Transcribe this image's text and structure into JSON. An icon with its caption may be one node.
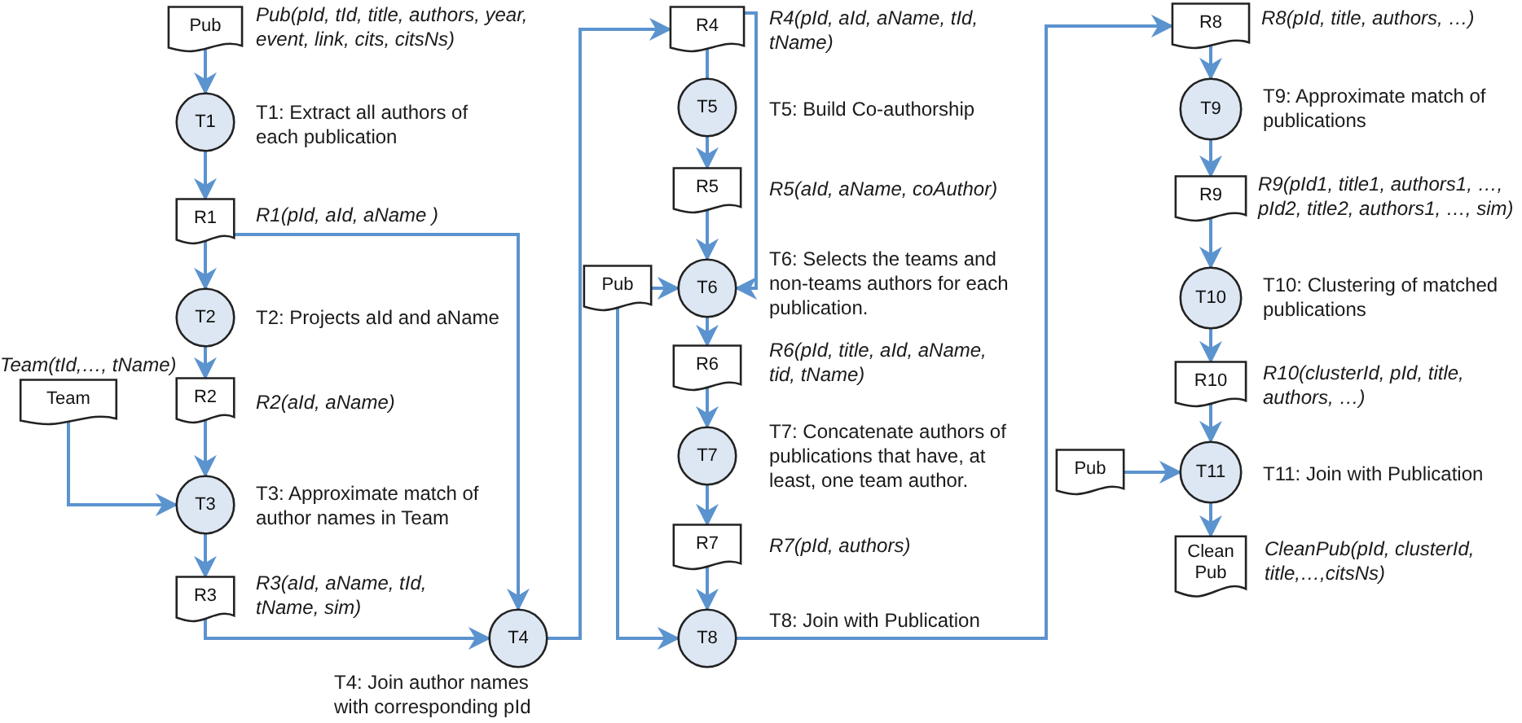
{
  "diagram": {
    "nodes": [
      {
        "text": [
          "Pub"
        ],
        "beside": [
          "Pub(pId, tId, title, authors, year, event, link, cits, citsNs)"
        ]
      },
      {
        "text": [
          "T1"
        ],
        "beside": [
          "T1: Extract all authors of each publication"
        ]
      },
      {
        "text": [
          "R1"
        ],
        "beside": [
          "R1(pId, aId, aName )"
        ]
      },
      {
        "text": [
          "T2"
        ],
        "beside": [
          "T2: Projects aId and aName"
        ]
      },
      {
        "text": [
          "Team"
        ],
        "beside": [
          "Team(tId,…, tName)"
        ]
      },
      {
        "text": [
          "R2"
        ],
        "beside": [
          "R2(aId, aName)"
        ]
      },
      {
        "text": [
          "T3"
        ],
        "beside": [
          "T3: Approximate match of author names in Team"
        ]
      },
      {
        "text": [
          "R3"
        ],
        "beside": [
          "R3(aId, aName, tId, tName, sim)"
        ]
      },
      {
        "text": [
          "T4"
        ],
        "beside": [
          "T4: Join author names with corresponding pId"
        ]
      },
      {
        "text": [
          "R4"
        ],
        "beside": [
          "R4(pId, aId, aName, tId, tName)"
        ]
      },
      {
        "text": [
          "T5"
        ],
        "beside": [
          "T5: Build Co-authorship"
        ]
      },
      {
        "text": [
          "R5"
        ],
        "beside": [
          "R5(aId, aName, coAuthor)"
        ]
      },
      {
        "text": [
          "Pub"
        ]
      },
      {
        "text": [
          "T6"
        ],
        "beside": [
          "T6: Selects the teams and non-teams authors for each publication."
        ]
      },
      {
        "text": [
          "R6"
        ],
        "beside": [
          "R6(pId, title, aId, aName, tid, tName)"
        ]
      },
      {
        "text": [
          "T7"
        ],
        "beside": [
          "T7: Concatenate authors of publications that have, at least, one team author."
        ]
      },
      {
        "text": [
          "R7"
        ],
        "beside": [
          "R7(pId, authors)"
        ]
      },
      {
        "text": [
          "T8"
        ],
        "beside": [
          "T8: Join with Publication"
        ]
      },
      {
        "text": [
          "R8"
        ],
        "beside": [
          "R8(pId, title, authors, …)"
        ]
      },
      {
        "text": [
          "T9"
        ],
        "beside": [
          "T9: Approximate match of publications"
        ]
      },
      {
        "text": [
          "R9"
        ],
        "beside": [
          "R9(pId1, title1, authors1, …, pId2, title2, authors1, …, sim)"
        ]
      },
      {
        "text": [
          "T10"
        ],
        "beside": [
          "T10: Clustering of matched publications"
        ]
      },
      {
        "text": [
          "R10"
        ],
        "beside": [
          "R10(clusterId, pId, title, authors, …)"
        ]
      },
      {
        "text": [
          "Pub"
        ]
      },
      {
        "text": [
          "T11"
        ],
        "beside": [
          "T11: Join with Publication"
        ]
      },
      {
        "text": [
          "Clean Pub"
        ],
        "beside": [
          "CleanPub(pId, clusterId, title,…,citsNs)"
        ]
      }
    ],
    "edges": [
      {
        "from": 0,
        "to": 1,
        "arrow": "to"
      },
      {
        "from": 1,
        "to": 2,
        "arrow": "to"
      },
      {
        "from": 2,
        "to": 3,
        "arrow": "to"
      },
      {
        "from": 2,
        "to": 8,
        "arrow": "to"
      },
      {
        "from": 3,
        "to": 5,
        "arrow": "to"
      },
      {
        "from": 4,
        "to": 6,
        "arrow": "to"
      },
      {
        "from": 5,
        "to": 6,
        "arrow": "to"
      },
      {
        "from": 6,
        "to": 7,
        "arrow": "to"
      },
      {
        "from": 7,
        "to": 8,
        "arrow": "to"
      },
      {
        "from": 8,
        "to": 9,
        "arrow": "to"
      },
      {
        "from": 9,
        "to": 10,
        "arrow": "none"
      },
      {
        "from": 10,
        "to": 11,
        "arrow": "to"
      },
      {
        "from": 11,
        "to": 13,
        "arrow": "to"
      },
      {
        "from": 9,
        "to": 13,
        "arrow": "to"
      },
      {
        "from": 12,
        "to": 13,
        "arrow": "to"
      },
      {
        "from": 12,
        "to": 17,
        "arrow": "to"
      },
      {
        "from": 13,
        "to": 14,
        "arrow": "to"
      },
      {
        "from": 14,
        "to": 15,
        "arrow": "to"
      },
      {
        "from": 15,
        "to": 16,
        "arrow": "to"
      },
      {
        "from": 16,
        "to": 17,
        "arrow": "to"
      },
      {
        "from": 17,
        "to": 18,
        "arrow": "to"
      },
      {
        "from": 18,
        "to": 19,
        "arrow": "to"
      },
      {
        "from": 19,
        "to": 20,
        "arrow": "to"
      },
      {
        "from": 20,
        "to": 21,
        "arrow": "to"
      },
      {
        "from": 21,
        "to": 22,
        "arrow": "to"
      },
      {
        "from": 22,
        "to": 24,
        "arrow": "to"
      },
      {
        "from": 23,
        "to": 24,
        "arrow": "to"
      },
      {
        "from": 24,
        "to": 25,
        "arrow": "to"
      }
    ]
  }
}
